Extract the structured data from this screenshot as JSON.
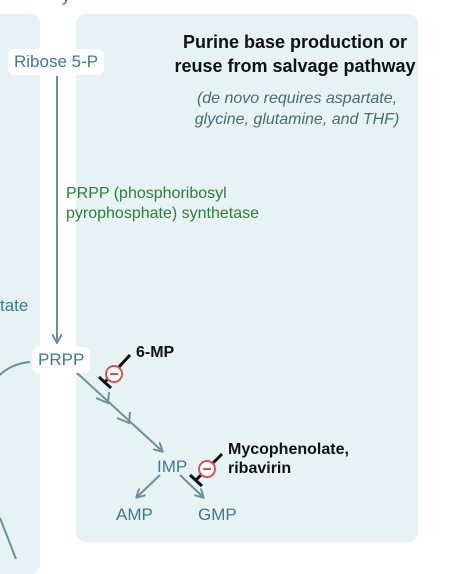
{
  "top_fragment": "y",
  "left_label_fragment": "tate",
  "panel": {
    "title_lines": [
      "Purine base production or",
      "reuse from salvage pathway"
    ],
    "subtitle_lines": [
      "(de novo requires aspartate,",
      "glycine, glutamine, and THF)"
    ]
  },
  "nodes": {
    "ribose": "Ribose 5-P",
    "prpp": "PRPP",
    "imp": "IMP",
    "amp": "AMP",
    "gmp": "GMP"
  },
  "enzyme_lines": [
    "PRPP (phosphoribosyl",
    "pyrophosphate) synthetase"
  ],
  "inhibitors": {
    "six_mp": "6-MP",
    "myco_lines": [
      "Mycophenolate,",
      "ribavirin"
    ]
  },
  "colors": {
    "panel": "#e6f2f3",
    "arrow": "#6e8f9c",
    "node_text": "#3d7a97",
    "enzyme_text": "#2f7d3a",
    "inhibitor_circle": "#d9534f"
  },
  "icons": [
    "inhibition-minus-icon",
    "inhibition-minus-icon"
  ]
}
